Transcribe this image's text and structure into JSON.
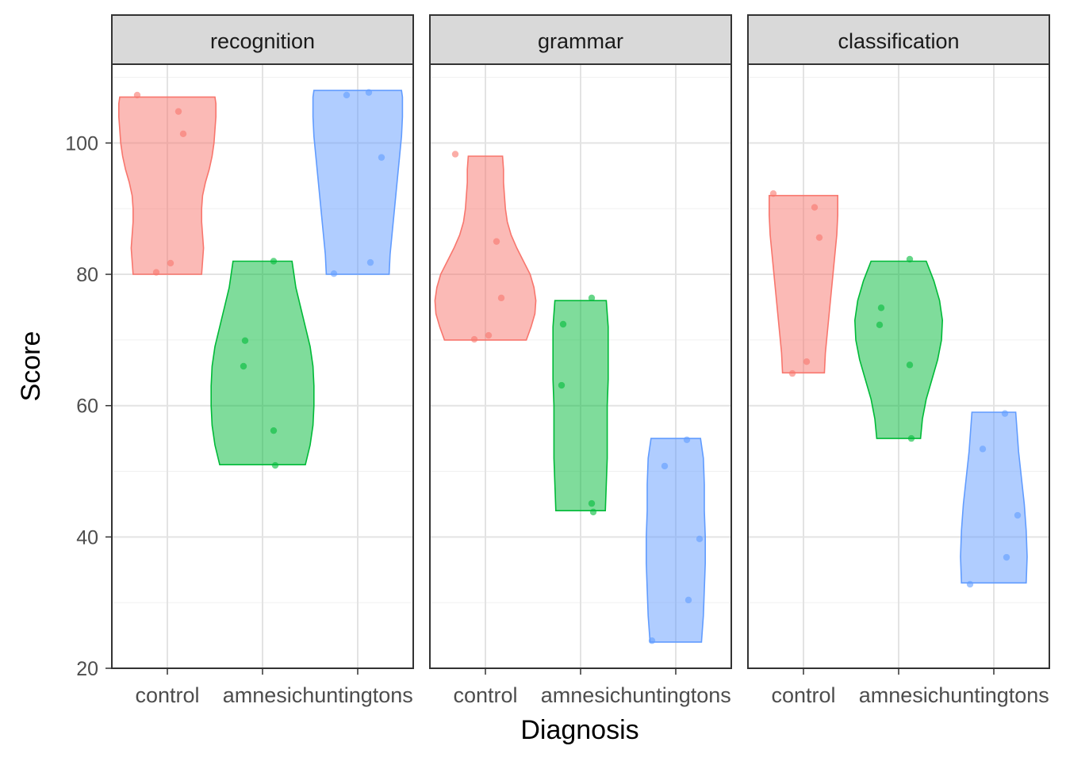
{
  "chart_data": {
    "type": "violin",
    "xlabel": "Diagnosis",
    "ylabel": "Score",
    "ylim": [
      20,
      112
    ],
    "y_ticks": [
      20,
      40,
      60,
      80,
      100
    ],
    "categories": [
      "control",
      "amnesic",
      "huntingtons"
    ],
    "category_colors": {
      "control": "#F8766D",
      "amnesic": "#00BA38",
      "huntingtons": "#619CFF"
    },
    "grid": true,
    "theme": "bw",
    "panels": [
      {
        "title": "recognition",
        "groups": [
          {
            "category": "control",
            "points": [
              107.3,
              104.8,
              101.4,
              81.7,
              80.3
            ],
            "violin": {
              "min": 80,
              "max": 107,
              "profile": [
                [
                  80,
                  0.36
                ],
                [
                  82,
                  0.37
                ],
                [
                  84,
                  0.38
                ],
                [
                  86,
                  0.37
                ],
                [
                  88,
                  0.36
                ],
                [
                  90,
                  0.36
                ],
                [
                  92,
                  0.37
                ],
                [
                  94,
                  0.4
                ],
                [
                  96,
                  0.44
                ],
                [
                  98,
                  0.47
                ],
                [
                  100,
                  0.49
                ],
                [
                  102,
                  0.5
                ],
                [
                  104,
                  0.51
                ],
                [
                  106,
                  0.51
                ],
                [
                  107,
                  0.5
                ]
              ]
            }
          },
          {
            "category": "amnesic",
            "points": [
              82.0,
              69.9,
              66.0,
              56.2,
              50.9
            ],
            "violin": {
              "min": 51,
              "max": 82,
              "profile": [
                [
                  51,
                  0.45
                ],
                [
                  54,
                  0.5
                ],
                [
                  57,
                  0.53
                ],
                [
                  60,
                  0.54
                ],
                [
                  63,
                  0.54
                ],
                [
                  66,
                  0.53
                ],
                [
                  69,
                  0.5
                ],
                [
                  72,
                  0.45
                ],
                [
                  75,
                  0.4
                ],
                [
                  78,
                  0.35
                ],
                [
                  81,
                  0.32
                ],
                [
                  82,
                  0.31
                ]
              ]
            }
          },
          {
            "category": "huntingtons",
            "points": [
              107.7,
              107.3,
              97.8,
              81.8,
              80.1
            ],
            "violin": {
              "min": 80,
              "max": 108,
              "profile": [
                [
                  80,
                  0.33
                ],
                [
                  83,
                  0.34
                ],
                [
                  86,
                  0.36
                ],
                [
                  89,
                  0.38
                ],
                [
                  92,
                  0.4
                ],
                [
                  95,
                  0.42
                ],
                [
                  98,
                  0.44
                ],
                [
                  101,
                  0.46
                ],
                [
                  104,
                  0.47
                ],
                [
                  107,
                  0.47
                ],
                [
                  108,
                  0.46
                ]
              ]
            }
          }
        ]
      },
      {
        "title": "grammar",
        "groups": [
          {
            "category": "control",
            "points": [
              98.3,
              85.0,
              76.4,
              70.7,
              70.1
            ],
            "violin": {
              "min": 70,
              "max": 98,
              "profile": [
                [
                  70,
                  0.43
                ],
                [
                  72,
                  0.48
                ],
                [
                  74,
                  0.52
                ],
                [
                  76,
                  0.53
                ],
                [
                  78,
                  0.51
                ],
                [
                  80,
                  0.47
                ],
                [
                  82,
                  0.4
                ],
                [
                  84,
                  0.33
                ],
                [
                  86,
                  0.27
                ],
                [
                  88,
                  0.23
                ],
                [
                  90,
                  0.21
                ],
                [
                  92,
                  0.2
                ],
                [
                  94,
                  0.19
                ],
                [
                  96,
                  0.19
                ],
                [
                  98,
                  0.18
                ]
              ]
            }
          },
          {
            "category": "amnesic",
            "points": [
              76.4,
              72.4,
              63.1,
              45.1,
              43.8
            ],
            "violin": {
              "min": 44,
              "max": 76,
              "profile": [
                [
                  44,
                  0.26
                ],
                [
                  48,
                  0.27
                ],
                [
                  52,
                  0.28
                ],
                [
                  56,
                  0.28
                ],
                [
                  60,
                  0.28
                ],
                [
                  64,
                  0.29
                ],
                [
                  68,
                  0.29
                ],
                [
                  72,
                  0.29
                ],
                [
                  76,
                  0.27
                ]
              ]
            }
          },
          {
            "category": "huntingtons",
            "points": [
              54.8,
              50.8,
              39.7,
              30.4,
              24.2
            ],
            "violin": {
              "min": 24,
              "max": 55,
              "profile": [
                [
                  24,
                  0.27
                ],
                [
                  28,
                  0.29
                ],
                [
                  32,
                  0.3
                ],
                [
                  36,
                  0.31
                ],
                [
                  40,
                  0.31
                ],
                [
                  44,
                  0.3
                ],
                [
                  48,
                  0.3
                ],
                [
                  52,
                  0.29
                ],
                [
                  55,
                  0.26
                ]
              ]
            }
          }
        ]
      },
      {
        "title": "classification",
        "groups": [
          {
            "category": "control",
            "points": [
              92.3,
              90.2,
              85.6,
              66.7,
              64.9
            ],
            "violin": {
              "min": 65,
              "max": 92,
              "profile": [
                [
                  65,
                  0.22
                ],
                [
                  68,
                  0.23
                ],
                [
                  71,
                  0.25
                ],
                [
                  74,
                  0.27
                ],
                [
                  77,
                  0.29
                ],
                [
                  80,
                  0.31
                ],
                [
                  83,
                  0.33
                ],
                [
                  86,
                  0.35
                ],
                [
                  89,
                  0.36
                ],
                [
                  92,
                  0.36
                ]
              ]
            }
          },
          {
            "category": "amnesic",
            "points": [
              82.3,
              74.9,
              72.3,
              66.2,
              55.0
            ],
            "violin": {
              "min": 55,
              "max": 82,
              "profile": [
                [
                  55,
                  0.23
                ],
                [
                  58,
                  0.25
                ],
                [
                  61,
                  0.29
                ],
                [
                  64,
                  0.35
                ],
                [
                  67,
                  0.41
                ],
                [
                  70,
                  0.45
                ],
                [
                  73,
                  0.46
                ],
                [
                  76,
                  0.43
                ],
                [
                  79,
                  0.37
                ],
                [
                  82,
                  0.29
                ]
              ]
            }
          },
          {
            "category": "huntingtons",
            "points": [
              58.8,
              53.4,
              43.3,
              36.9,
              32.8
            ],
            "violin": {
              "min": 33,
              "max": 59,
              "profile": [
                [
                  33,
                  0.34
                ],
                [
                  37,
                  0.35
                ],
                [
                  41,
                  0.34
                ],
                [
                  45,
                  0.32
                ],
                [
                  49,
                  0.29
                ],
                [
                  53,
                  0.26
                ],
                [
                  57,
                  0.24
                ],
                [
                  59,
                  0.23
                ]
              ]
            }
          }
        ]
      }
    ]
  }
}
